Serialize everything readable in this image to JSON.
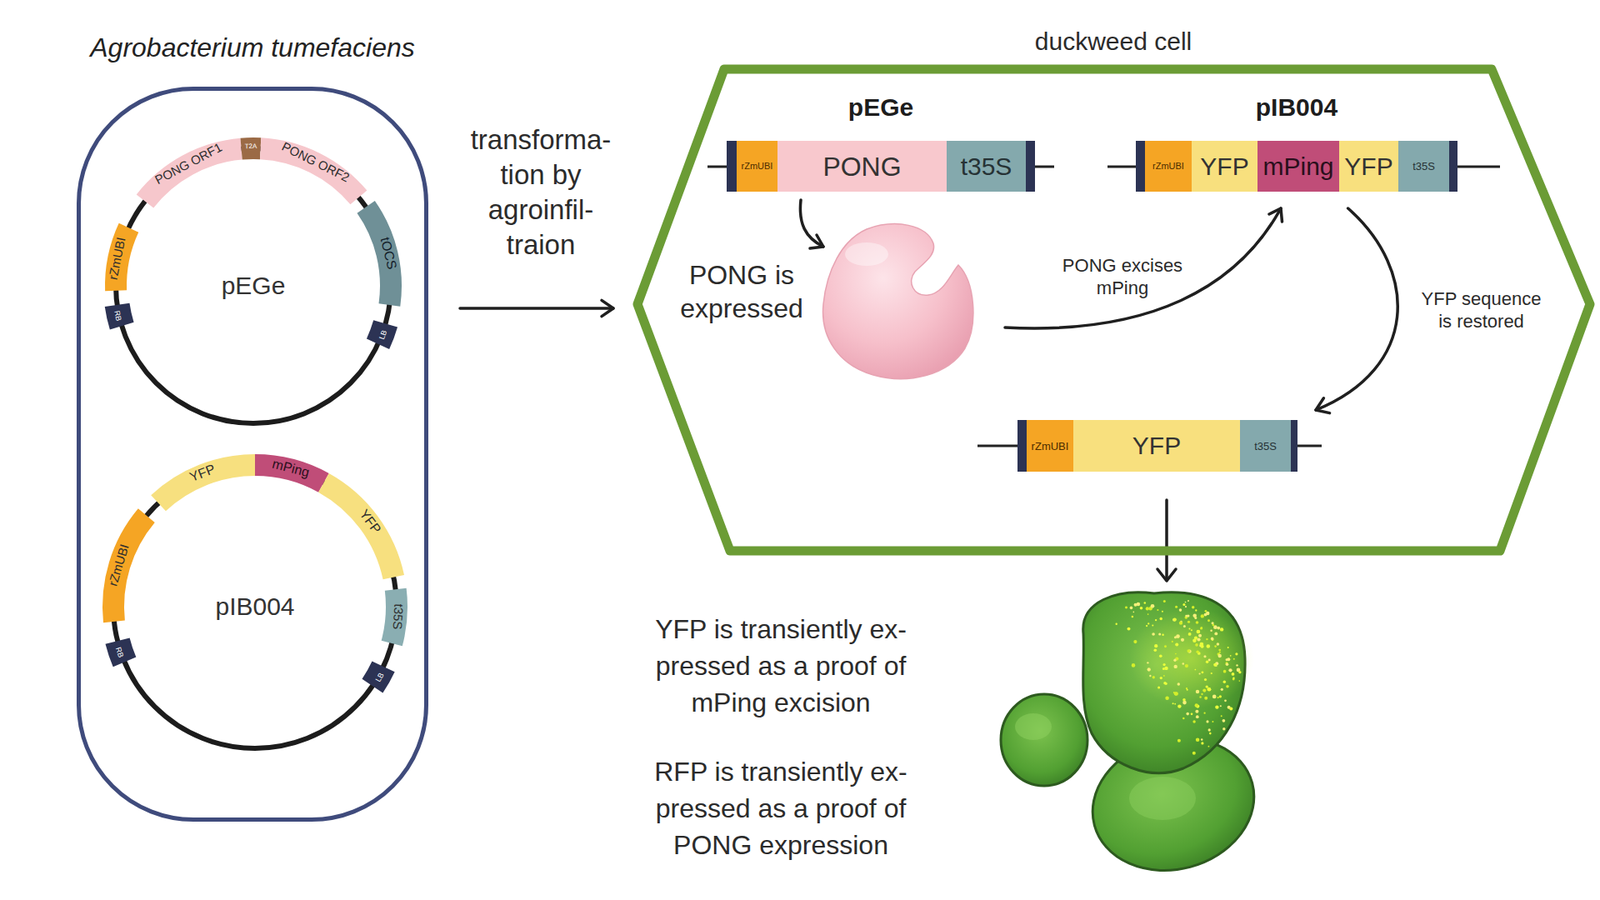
{
  "diagram": {
    "nodes": [
      {
        "text": [
          "Agrobacterium tumefaciens"
        ]
      },
      {
        "text": [
          "pEGe"
        ],
        "in": 0
      },
      {
        "text": [
          "pIB004"
        ],
        "in": 0
      },
      {
        "text": [
          "duckweed cell"
        ]
      },
      {
        "text": [
          "pEGe"
        ],
        "in": 3
      },
      {
        "text": [
          "rZmUBI"
        ],
        "in": 4
      },
      {
        "text": [
          "PONG"
        ],
        "in": 4
      },
      {
        "text": [
          "t35S"
        ],
        "in": 4
      },
      {
        "text": [
          "pIB004"
        ],
        "in": 3
      },
      {
        "text": [
          "rZmUBI"
        ],
        "in": 8
      },
      {
        "text": [
          "YFP"
        ],
        "in": 8
      },
      {
        "text": [
          "mPing"
        ],
        "in": 8
      },
      {
        "text": [
          "YFP"
        ],
        "in": 8
      },
      {
        "text": [
          "t35S"
        ],
        "in": 8
      },
      {
        "text": [
          "rZmUBI"
        ],
        "in": 3
      },
      {
        "text": [
          "YFP"
        ],
        "in": 3
      },
      {
        "text": [
          "t35S"
        ],
        "in": 3
      }
    ],
    "edges": [
      {
        "from": 0,
        "to": 3,
        "label": "transforma- tion by agroinfil- traion",
        "arrow": "to"
      },
      {
        "from": 12,
        "to": 16,
        "label": "YFP sequence is restored",
        "arrow": "to"
      }
    ],
    "labels": [
      "PONG ORF1",
      "T2A",
      "PONG ORF2",
      "tOCS",
      "LB",
      "rZmUBI",
      "RB",
      "YFP",
      "mPing",
      "YFP",
      "t35S",
      "LB",
      "rZmUBI",
      "RB",
      "PONG is expressed",
      "PONG excises mPing",
      "YFP is transiently ex- pressed as a proof of mPing excision",
      "RFP is transiently ex- pressed as a proof of PONG expression"
    ]
  }
}
